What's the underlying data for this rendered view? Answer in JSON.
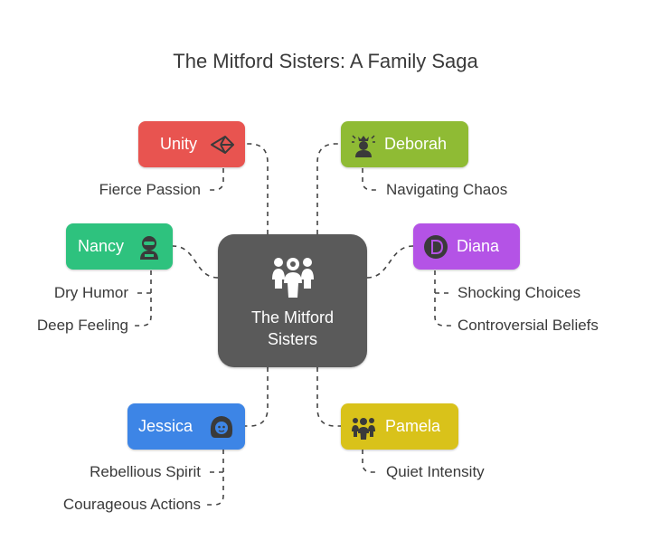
{
  "title": "The Mitford Sisters: A Family Saga",
  "center": {
    "line1": "The Mitford",
    "line2": "Sisters",
    "icon": "family-group-icon"
  },
  "nodes": {
    "unity": {
      "name": "Unity",
      "color": "#e85450",
      "icon": "unity-logo-icon"
    },
    "deborah": {
      "name": "Deborah",
      "color": "#8fbb34",
      "icon": "crowned-person-icon"
    },
    "nancy": {
      "name": "Nancy",
      "color": "#2ec27e",
      "icon": "ninja-icon"
    },
    "diana": {
      "name": "Diana",
      "color": "#b453e6",
      "icon": "letter-d-badge-icon"
    },
    "jessica": {
      "name": "Jessica",
      "color": "#3d85e6",
      "icon": "girl-face-icon"
    },
    "pamela": {
      "name": "Pamela",
      "color": "#d9c21a",
      "icon": "group-people-icon"
    }
  },
  "leaves": {
    "unity": [
      "Fierce Passion"
    ],
    "deborah": [
      "Navigating Chaos"
    ],
    "nancy": [
      "Dry Humor",
      "Deep Feeling"
    ],
    "diana": [
      "Shocking Choices",
      "Controversial Beliefs"
    ],
    "jessica": [
      "Rebellious Spirit",
      "Courageous Actions"
    ],
    "pamela": [
      "Quiet Intensity"
    ]
  }
}
